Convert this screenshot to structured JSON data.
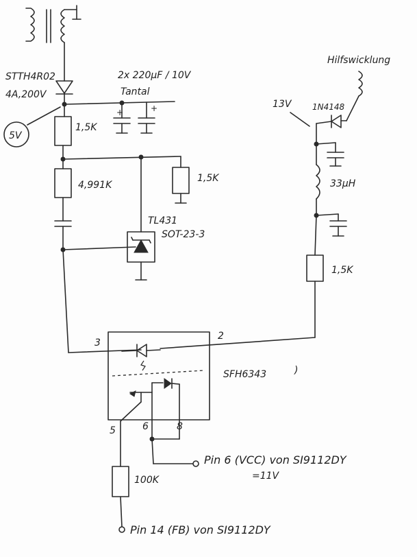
{
  "labels": {
    "diode_main": "STTH4R02",
    "diode_main_rating": "4A,200V",
    "caps_top": "2x 220µF / 10V",
    "caps_top_type": "Tantal",
    "out_voltage": "5V",
    "r1": "1,5K",
    "r2": "4,991K",
    "r3": "1,5K",
    "tl431": "TL431",
    "tl431_pkg": "SOT-23-3",
    "aux_winding": "Hilfswicklung",
    "v13": "13V",
    "diode_aux": "1N4148",
    "inductor": "33µH",
    "r4": "1,5K",
    "opto": "SFH6343",
    "pin3": "3",
    "pin2": "2",
    "pin5": "5",
    "pin6": "6",
    "pin8": "8",
    "r5": "100K",
    "vcc_label": "Pin 6 (VCC) von SI9112DY",
    "vcc_value": "=11V",
    "fb_label": "Pin 14 (FB) von SI9112DY"
  },
  "colors": {
    "ink": "#2a2a2a",
    "paper": "#fdfdfd"
  }
}
